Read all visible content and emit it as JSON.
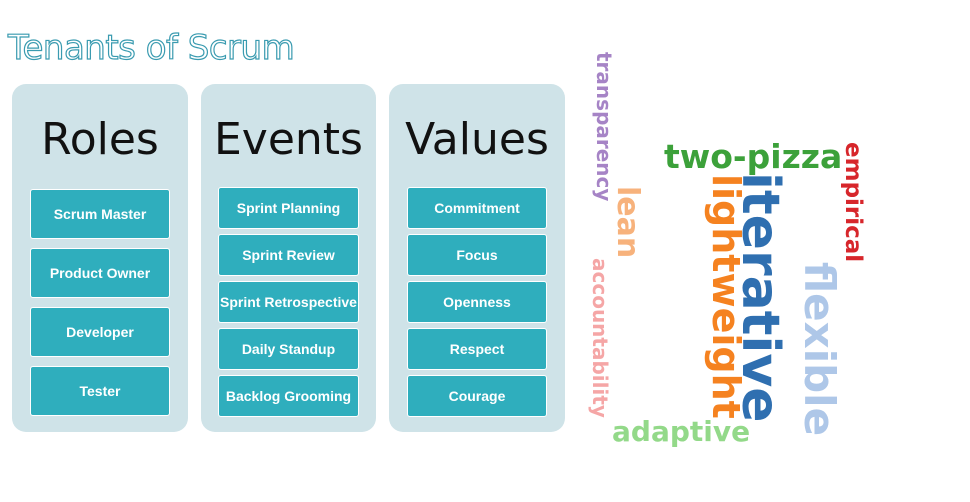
{
  "title": "Tenants of Scrum",
  "panels": [
    {
      "heading": "Roles",
      "items": [
        "Scrum Master",
        "Product Owner",
        "Developer",
        "Tester"
      ]
    },
    {
      "heading": "Events",
      "items": [
        "Sprint Planning",
        "Sprint Review",
        "Sprint Retrospective",
        "Daily Standup",
        "Backlog Grooming"
      ]
    },
    {
      "heading": "Values",
      "items": [
        "Commitment",
        "Focus",
        "Openness",
        "Respect",
        "Courage"
      ]
    }
  ],
  "word_cloud": [
    {
      "text": "transparency",
      "color": "#a684c6"
    },
    {
      "text": "lean",
      "color": "#f7b27c"
    },
    {
      "text": "accountability",
      "color": "#f5a6a6"
    },
    {
      "text": "two-pizza",
      "color": "#3ca13a"
    },
    {
      "text": "empirical",
      "color": "#d7262b"
    },
    {
      "text": "lightweight",
      "color": "#f58220"
    },
    {
      "text": "iterative",
      "color": "#2f6fb0"
    },
    {
      "text": "flexible",
      "color": "#aec7e8"
    },
    {
      "text": "adaptive",
      "color": "#93d989"
    }
  ],
  "colors": {
    "title_outline": "#3a9bb0",
    "panel_bg": "#cfe3e8",
    "item_bg": "#2faebd",
    "item_text": "#ffffff"
  }
}
